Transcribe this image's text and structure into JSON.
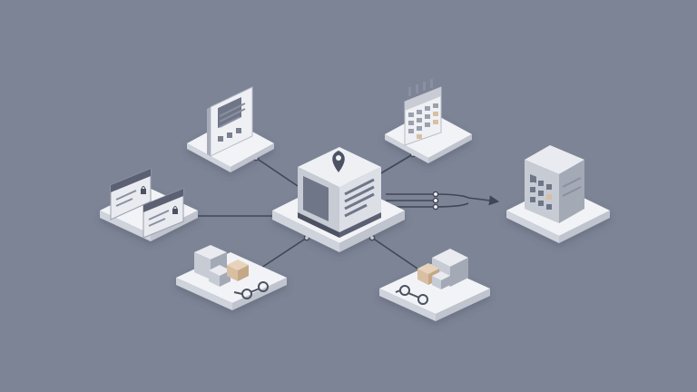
{
  "colors": {
    "background": "#7c8496",
    "tile_top": "#f2f3f6",
    "tile_side": "#cfd3dc",
    "tile_shadow": "#6e7587",
    "connector": "#404656",
    "box_light": "#e9ebf0",
    "box_mid": "#c7cbd4",
    "box_dark": "#8e94a3",
    "accent_tan": "#d8bfa2",
    "accent_dark": "#4c5262"
  },
  "nodes": [
    {
      "id": "hub",
      "icon": "central-hub-box-icon",
      "interactable": false
    },
    {
      "id": "document",
      "icon": "document-form-icon",
      "interactable": false
    },
    {
      "id": "calendar",
      "icon": "calendar-icon",
      "interactable": false
    },
    {
      "id": "secure-cards",
      "icon": "locked-cards-icon",
      "interactable": false
    },
    {
      "id": "server",
      "icon": "server-rack-icon",
      "interactable": false
    },
    {
      "id": "packages-left",
      "icon": "packages-with-link-icon",
      "interactable": false
    },
    {
      "id": "packages-right",
      "icon": "packages-with-link-icon",
      "interactable": false
    }
  ]
}
